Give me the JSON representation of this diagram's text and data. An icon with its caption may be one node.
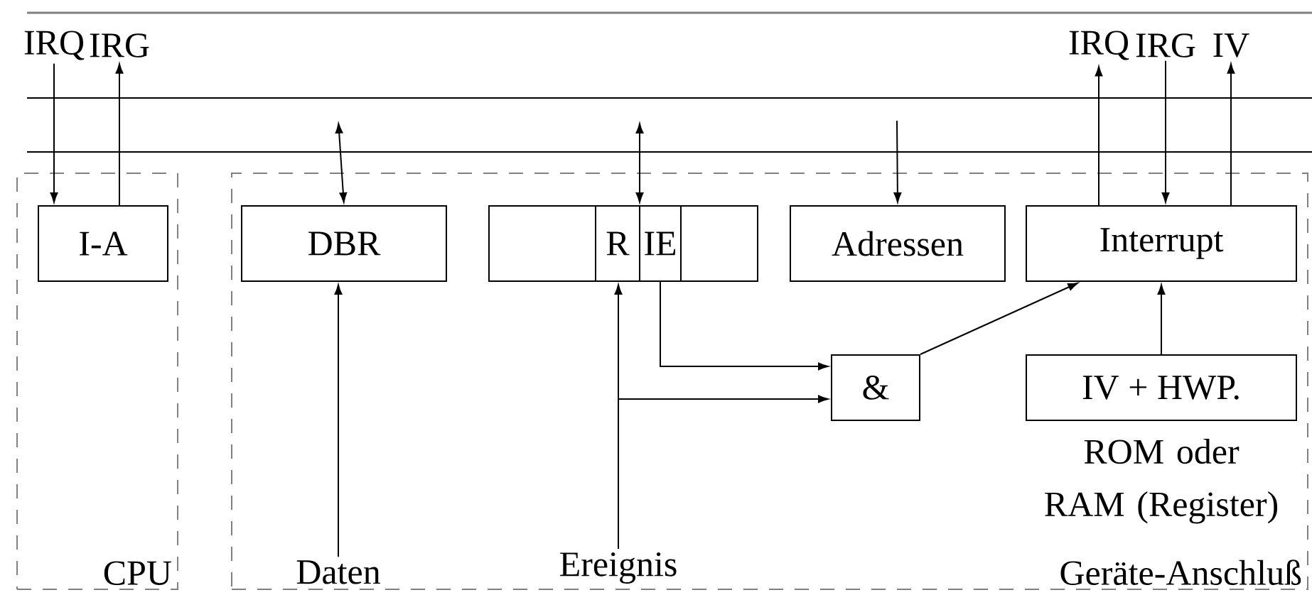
{
  "diagram": {
    "nodes": [
      {
        "text": [
          "CPU"
        ]
      },
      {
        "text": [
          "I-A"
        ],
        "in": 0
      },
      {
        "text": [
          "Geräte-Anschluß"
        ]
      },
      {
        "text": [
          "DBR"
        ],
        "in": 2
      },
      {
        "text": [],
        "shape": "box",
        "in": 2
      },
      {
        "text": [
          "R"
        ],
        "in": 4
      },
      {
        "text": [
          "IE"
        ],
        "in": 4
      },
      {
        "text": [
          "Adressen"
        ],
        "in": 2
      },
      {
        "text": [
          "Interrupt"
        ],
        "in": 2
      },
      {
        "text": [
          "&"
        ],
        "in": 2
      },
      {
        "text": [
          "IV + HWP."
        ],
        "beside": [
          "ROM oder RAM (Register)"
        ],
        "in": 2
      },
      {
        "text": [
          "IRQ"
        ]
      },
      {
        "text": [
          "IRG"
        ]
      },
      {
        "text": [
          "IRQ"
        ]
      },
      {
        "text": [
          "IRG"
        ]
      },
      {
        "text": [
          "IV"
        ]
      },
      {
        "text": [
          "Daten"
        ],
        "in": 2
      },
      {
        "text": [
          "Ereignis"
        ],
        "in": 2
      }
    ],
    "edges": [
      {
        "from": 11,
        "to": 1,
        "arrow": "to"
      },
      {
        "from": 1,
        "to": 12,
        "arrow": "to"
      },
      {
        "from": null,
        "to": 3,
        "arrow": "both"
      },
      {
        "from": null,
        "to": 4,
        "arrow": "both"
      },
      {
        "from": null,
        "to": 7,
        "arrow": "to"
      },
      {
        "from": 8,
        "to": 13,
        "arrow": "to"
      },
      {
        "from": 14,
        "to": 8,
        "arrow": "to"
      },
      {
        "from": 8,
        "to": 15,
        "arrow": "to"
      },
      {
        "from": 16,
        "to": 3,
        "arrow": "to"
      },
      {
        "from": 17,
        "to": 5,
        "arrow": "to"
      },
      {
        "from": 17,
        "to": 9,
        "arrow": "to"
      },
      {
        "from": 6,
        "to": 9,
        "arrow": "to"
      },
      {
        "from": 9,
        "to": 8,
        "arrow": "to"
      },
      {
        "from": 10,
        "to": 8,
        "arrow": "to"
      }
    ]
  }
}
